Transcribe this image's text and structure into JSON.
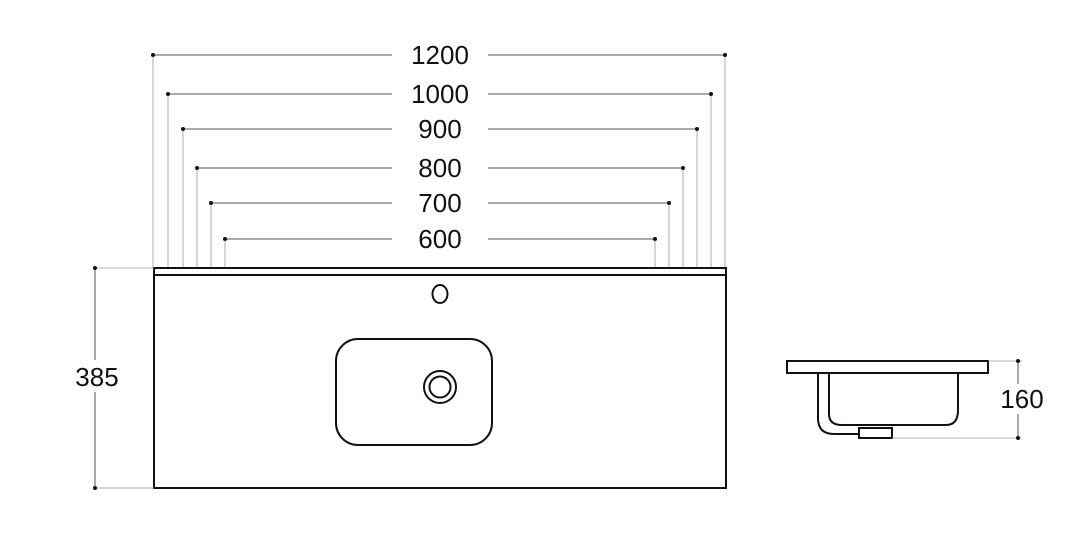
{
  "front_view": {
    "width_dimensions": [
      "1200",
      "1000",
      "900",
      "800",
      "700",
      "600"
    ],
    "height_dimension": "385"
  },
  "side_view": {
    "depth_dimension": "160"
  }
}
